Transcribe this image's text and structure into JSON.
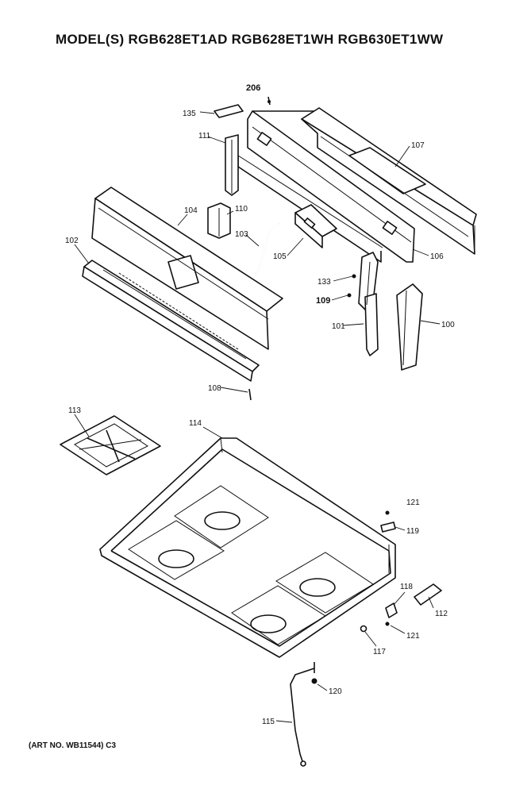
{
  "header": {
    "title": "MODEL(S) RGB628ET1AD  RGB628ET1WH  RGB630ET1WW"
  },
  "footer": {
    "art_number": "(ART NO. WB11544) C3"
  },
  "callouts": {
    "c206": "206",
    "c135": "135",
    "c111": "111",
    "c107": "107",
    "c104": "104",
    "c110": "110",
    "c102": "102",
    "c103": "103",
    "c105": "105",
    "c106": "106",
    "c133": "133",
    "c109": "109",
    "c101": "101",
    "c100": "100",
    "c108": "108",
    "c113": "113",
    "c114": "114",
    "c121a": "121",
    "c119": "119",
    "c118": "118",
    "c112": "112",
    "c121b": "121",
    "c117": "117",
    "c120": "120",
    "c115": "115"
  }
}
